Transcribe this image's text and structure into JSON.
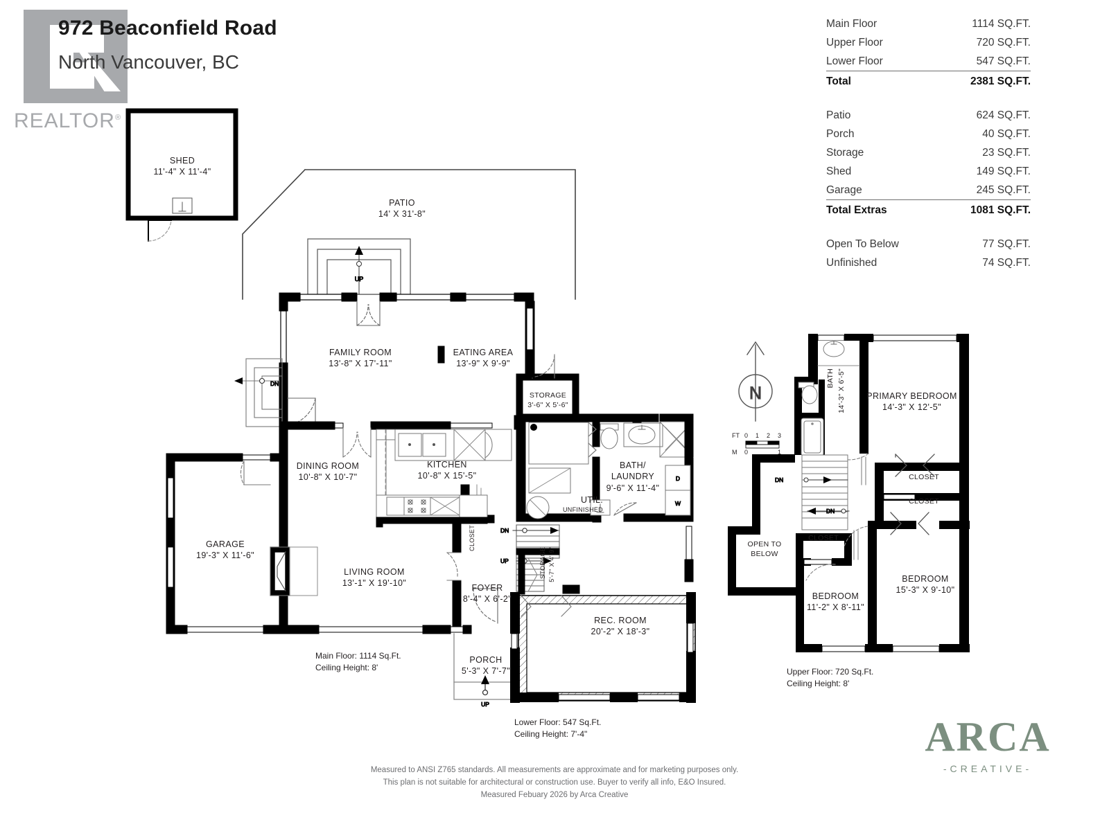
{
  "header": {
    "address_line1": "972 Beaconfield Road",
    "address_line2": "North Vancouver, BC",
    "realtor_logo_text": "REALTOR",
    "realtor_logo_mark": "R"
  },
  "area_table": {
    "floors": [
      {
        "label": "Main Floor",
        "value": "1114 SQ.FT."
      },
      {
        "label": "Upper Floor",
        "value": "720 SQ.FT."
      },
      {
        "label": "Lower Floor",
        "value": "547 SQ.FT."
      }
    ],
    "floors_total": {
      "label": "Total",
      "value": "2381 SQ.FT."
    },
    "extras": [
      {
        "label": "Patio",
        "value": "624 SQ.FT."
      },
      {
        "label": "Porch",
        "value": "40 SQ.FT."
      },
      {
        "label": "Storage",
        "value": "23 SQ.FT."
      },
      {
        "label": "Shed",
        "value": "149 SQ.FT."
      },
      {
        "label": "Garage",
        "value": "245 SQ.FT."
      }
    ],
    "extras_total": {
      "label": "Total Extras",
      "value": "1081 SQ.FT."
    },
    "other": [
      {
        "label": "Open To Below",
        "value": "77 SQ.FT."
      },
      {
        "label": "Unfinished",
        "value": "74 SQ.FT."
      }
    ]
  },
  "shed": {
    "name": "SHED",
    "dims": "11'-4\" X 11'-4\""
  },
  "main_floor": {
    "rooms": [
      {
        "name": "PATIO",
        "dims": "14' X 31'-8\""
      },
      {
        "name": "FAMILY ROOM",
        "dims": "13'-8\" X 17'-11\""
      },
      {
        "name": "EATING AREA",
        "dims": "13'-9\" X 9'-9\""
      },
      {
        "name": "STORAGE",
        "dims": "3'-6\" X 5'-6\""
      },
      {
        "name": "DINING ROOM",
        "dims": "10'-8\" X 10'-7\""
      },
      {
        "name": "KITCHEN",
        "dims": "10'-8\" X 15'-5\""
      },
      {
        "name": "BATH/ LAUNDRY",
        "dims": "9'-6\" X 11'-4\""
      },
      {
        "name": "GARAGE",
        "dims": "19'-3\" X 11'-6\""
      },
      {
        "name": "LIVING ROOM",
        "dims": "13'-1\" X 19'-10\""
      },
      {
        "name": "FOYER",
        "dims": "8'-4\" X 6'-2\""
      },
      {
        "name": "PORCH",
        "dims": "5'-3\" X 7'-7\""
      }
    ],
    "bath_laundry_line1": "BATH/",
    "bath_laundry_line2": "LAUNDRY",
    "bath_laundry_dims": "9'-6\" X 11'-4\"",
    "utility_label": "UTIL.",
    "utility_state": "UNFINISHED",
    "closet_label": "CLOSET",
    "dryer_label": "D",
    "washer_label": "W",
    "stair_up": "UP",
    "stair_dn": "DN",
    "note_line1": "Main Floor: 1114 Sq.Ft.",
    "note_line2": "Ceiling Height: 8'"
  },
  "lower_floor": {
    "rooms": [
      {
        "name": "REC. ROOM",
        "dims": "20'-2\" X 18'-3\""
      },
      {
        "name": "STORAGE",
        "dims": "5'-7\" X 4'-9\""
      }
    ],
    "note_line1": "Lower Floor: 547 Sq.Ft.",
    "note_line2": "Ceiling Height: 7'-4\""
  },
  "upper_floor": {
    "rooms": [
      {
        "name": "PRIMARY BEDROOM",
        "dims": "14'-3\" X 12'-5\""
      },
      {
        "name": "BATH",
        "dims": "14'-3\" X 6'-5\""
      },
      {
        "name": "BEDROOM",
        "dims": "15'-3\" X 9'-10\""
      },
      {
        "name": "BEDROOM",
        "dims": "11'-2\" X 8'-11\""
      }
    ],
    "closet_label": "CLOSET",
    "open_to_below_line1": "OPEN TO",
    "open_to_below_line2": "BELOW",
    "stair_dn": "DN",
    "note_line1": "Upper Floor: 720 Sq.Ft.",
    "note_line2": "Ceiling Height: 8'"
  },
  "compass": {
    "letter": "N"
  },
  "scale_bar": {
    "ft_label": "FT",
    "m_label": "M",
    "ft_ticks": [
      "0",
      "1",
      "2",
      "3"
    ],
    "m_ticks": [
      "0",
      "1"
    ]
  },
  "footer": {
    "line1": "Measured to ANSI Z765 standards. All measurements are approximate and for marketing purposes only.",
    "line2": "This plan is not suitable for architectural or construction use. Buyer to verify all info, E&O Insured.",
    "line3": "Measured Febuary 2026 by Arca Creative"
  },
  "brand": {
    "name": "ARCA",
    "tagline": "-CREATIVE-"
  },
  "colors": {
    "wall": "#000000",
    "text": "#231f20",
    "muted": "#6d6e71",
    "logo_grey": "#a7a9ac",
    "brand_green": "#7c8f80"
  }
}
